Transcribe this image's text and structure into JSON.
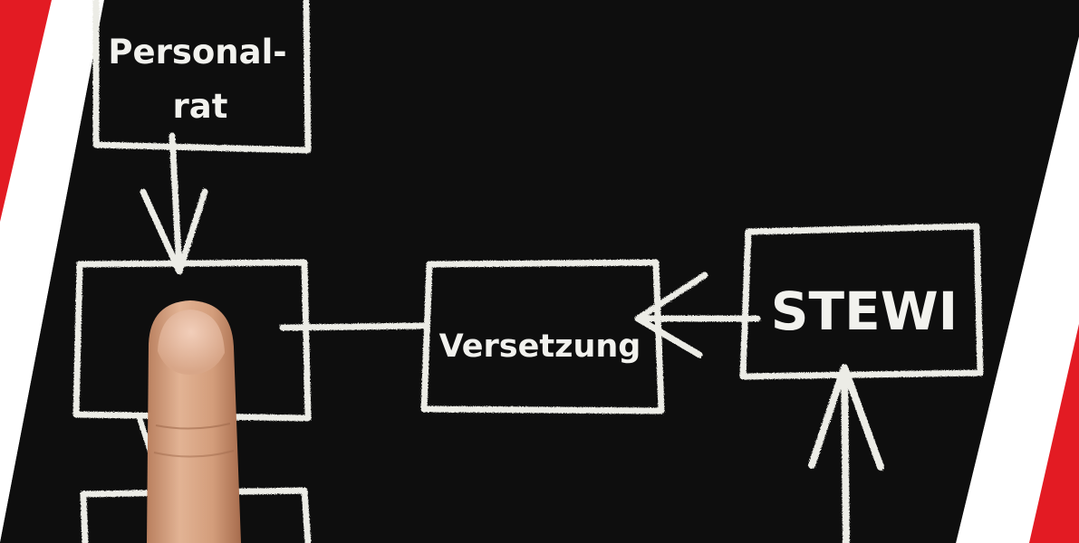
{
  "colors": {
    "accent_red": "#e31b23",
    "board": "#111111",
    "chalk": "#ecece6",
    "finger": "#d9a786",
    "background": "#ffffff"
  },
  "diagram": {
    "box_personalrat": {
      "line1": "Personal-",
      "line2": "rat"
    },
    "box_center": {
      "label": ""
    },
    "box_versetzung": {
      "label": "Versetzung"
    },
    "box_stewi": {
      "label": "STEWI"
    },
    "box_bottom": {
      "label": ""
    }
  },
  "photo": {
    "pointing_finger": "pointing-finger"
  }
}
